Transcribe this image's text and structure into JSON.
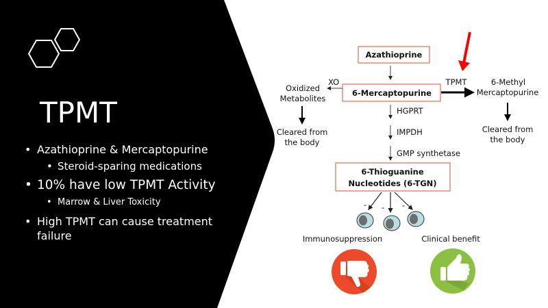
{
  "slide": {
    "title": "TPMT",
    "bullets": [
      {
        "text": "Azathioprine & Mercaptopurine",
        "sub": [
          "Steroid-sparing medications"
        ]
      },
      {
        "text": "10% have low TPMT Activity",
        "sub": [
          "Marrow & Liver Toxicity"
        ]
      },
      {
        "text": "High TPMT can cause treatment failure",
        "sub": []
      }
    ],
    "logo_icon": "hexagons-icon"
  },
  "diagram": {
    "azathioprine": "Azathioprine",
    "mercaptopurine": "6-Mercaptopurine",
    "xo": "XO",
    "oxidized": [
      "Oxidized",
      "Metabolites"
    ],
    "cleared_left": [
      "Cleared from",
      "the body"
    ],
    "tpmt": "TPMT",
    "methyl": [
      "6-Methyl",
      "Mercaptopurine"
    ],
    "cleared_right": [
      "Cleared from",
      "the body"
    ],
    "hgprt": "HGPRT",
    "impdh": "IMPDH",
    "gmp": "GMP synthetase",
    "tgn": [
      "6-Thioguanine",
      "Nucleotides (6-TGN)"
    ],
    "minus": "-",
    "immuno": "Immunosuppression",
    "benefit": "Clinical benefit",
    "thumbs_down_icon": "thumbs-down-icon",
    "thumbs_up_icon": "thumbs-up-icon"
  },
  "colors": {
    "panel": "#000000",
    "box_border": "#e07a62",
    "red_arrow": "#ff0000",
    "thumbs_down": "#ec4a2a",
    "thumbs_up": "#8cc043",
    "cell": "#b9dfe0"
  }
}
